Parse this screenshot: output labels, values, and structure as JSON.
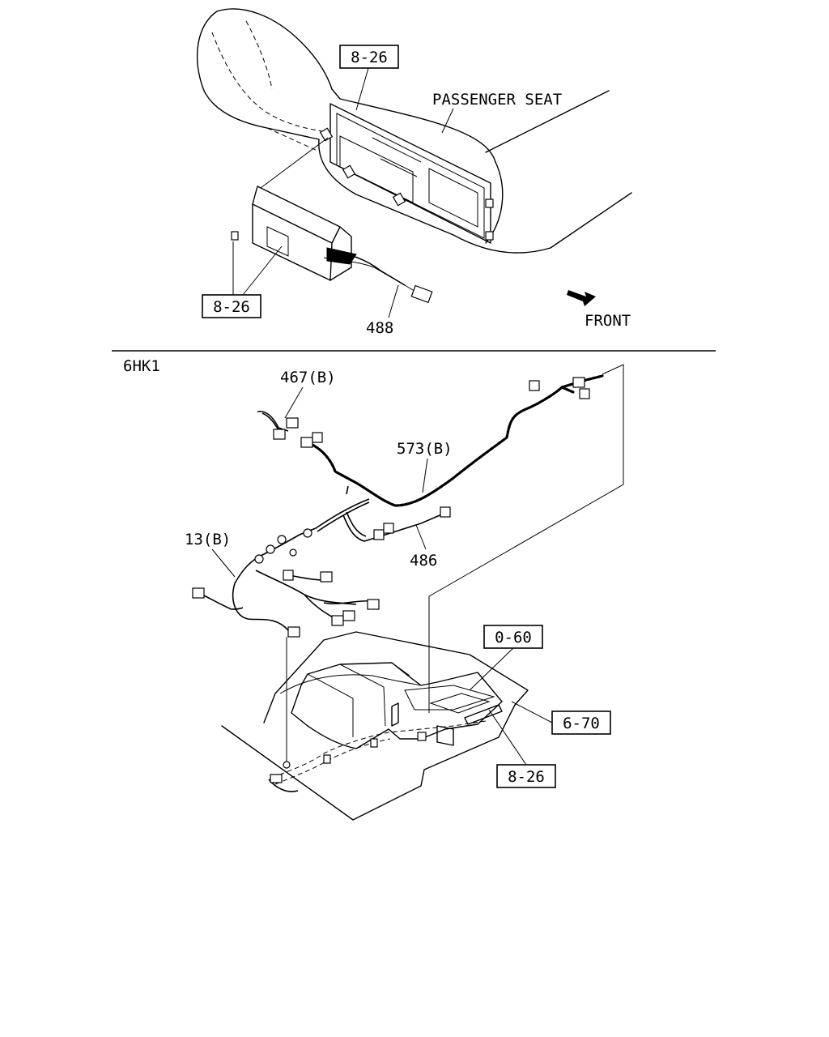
{
  "upper": {
    "labels": {
      "passenger_seat": "PASSENGER SEAT",
      "front": "FRONT",
      "part_488": "488"
    },
    "ref_boxes": {
      "top": "8-26",
      "left": "8-26"
    }
  },
  "lower": {
    "variant": "6HK1",
    "labels": {
      "part_467": "467(B)",
      "part_573": "573(B)",
      "part_13": "13(B)",
      "part_486": "486"
    },
    "ref_boxes": {
      "ref_0_60": "0-60",
      "ref_6_70": "6-70",
      "ref_8_26": "8-26"
    }
  },
  "colors": {
    "line": "#000000",
    "background": "#ffffff"
  }
}
